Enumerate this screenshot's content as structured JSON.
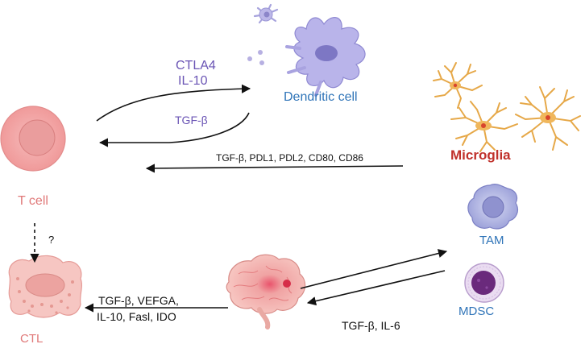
{
  "labels": {
    "dendritic_cell": "Dendritic cell",
    "ctla4": "CTLA4",
    "il10": "IL-10",
    "tgfb_feedback": "TGF-β",
    "microglia": "Microglia",
    "microglia_factors": "TGF-β, PDL1, PDL2, CD80, CD86",
    "t_cell": "T cell",
    "question": "?",
    "tam": "TAM",
    "mdsc": "MDSC",
    "ctl": "CTL",
    "tumor_factors_line1": "TGF-β, VEFGA,",
    "tumor_factors_line2": "IL-10, Fasl, IDO",
    "tgfb_il6": "TGF-β, IL-6"
  },
  "colors": {
    "cytokine_text": "#6b55b5",
    "cell_label": "#2f74b8",
    "tcell_label": "#e07878",
    "microglia_label": "#c0312b",
    "arrow": "#111111"
  }
}
